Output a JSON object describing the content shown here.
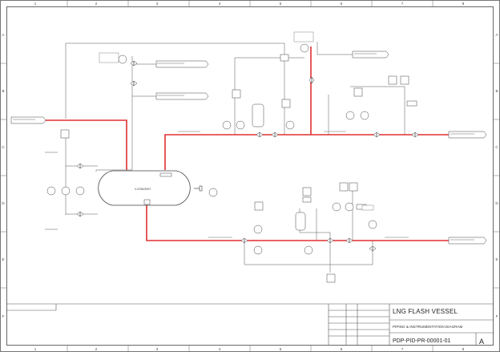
{
  "drawing": {
    "title": "LNG FLASH VESSEL",
    "subtitle": "PIPING & INSTRUMENTATION DIAGRAM",
    "number": "PDP-PID-PR-00001-01",
    "revision": "A"
  },
  "vessel": {
    "tag": "V-4750/2007"
  },
  "grid": {
    "columns": [
      "1",
      "2",
      "3",
      "4",
      "5",
      "6",
      "7",
      "8"
    ],
    "rows": [
      "A",
      "B",
      "C",
      "D",
      "E",
      "F"
    ]
  },
  "colors": {
    "process_line": "#e03030",
    "linework": "#5a5a5a",
    "border": "#4a4a4a"
  }
}
